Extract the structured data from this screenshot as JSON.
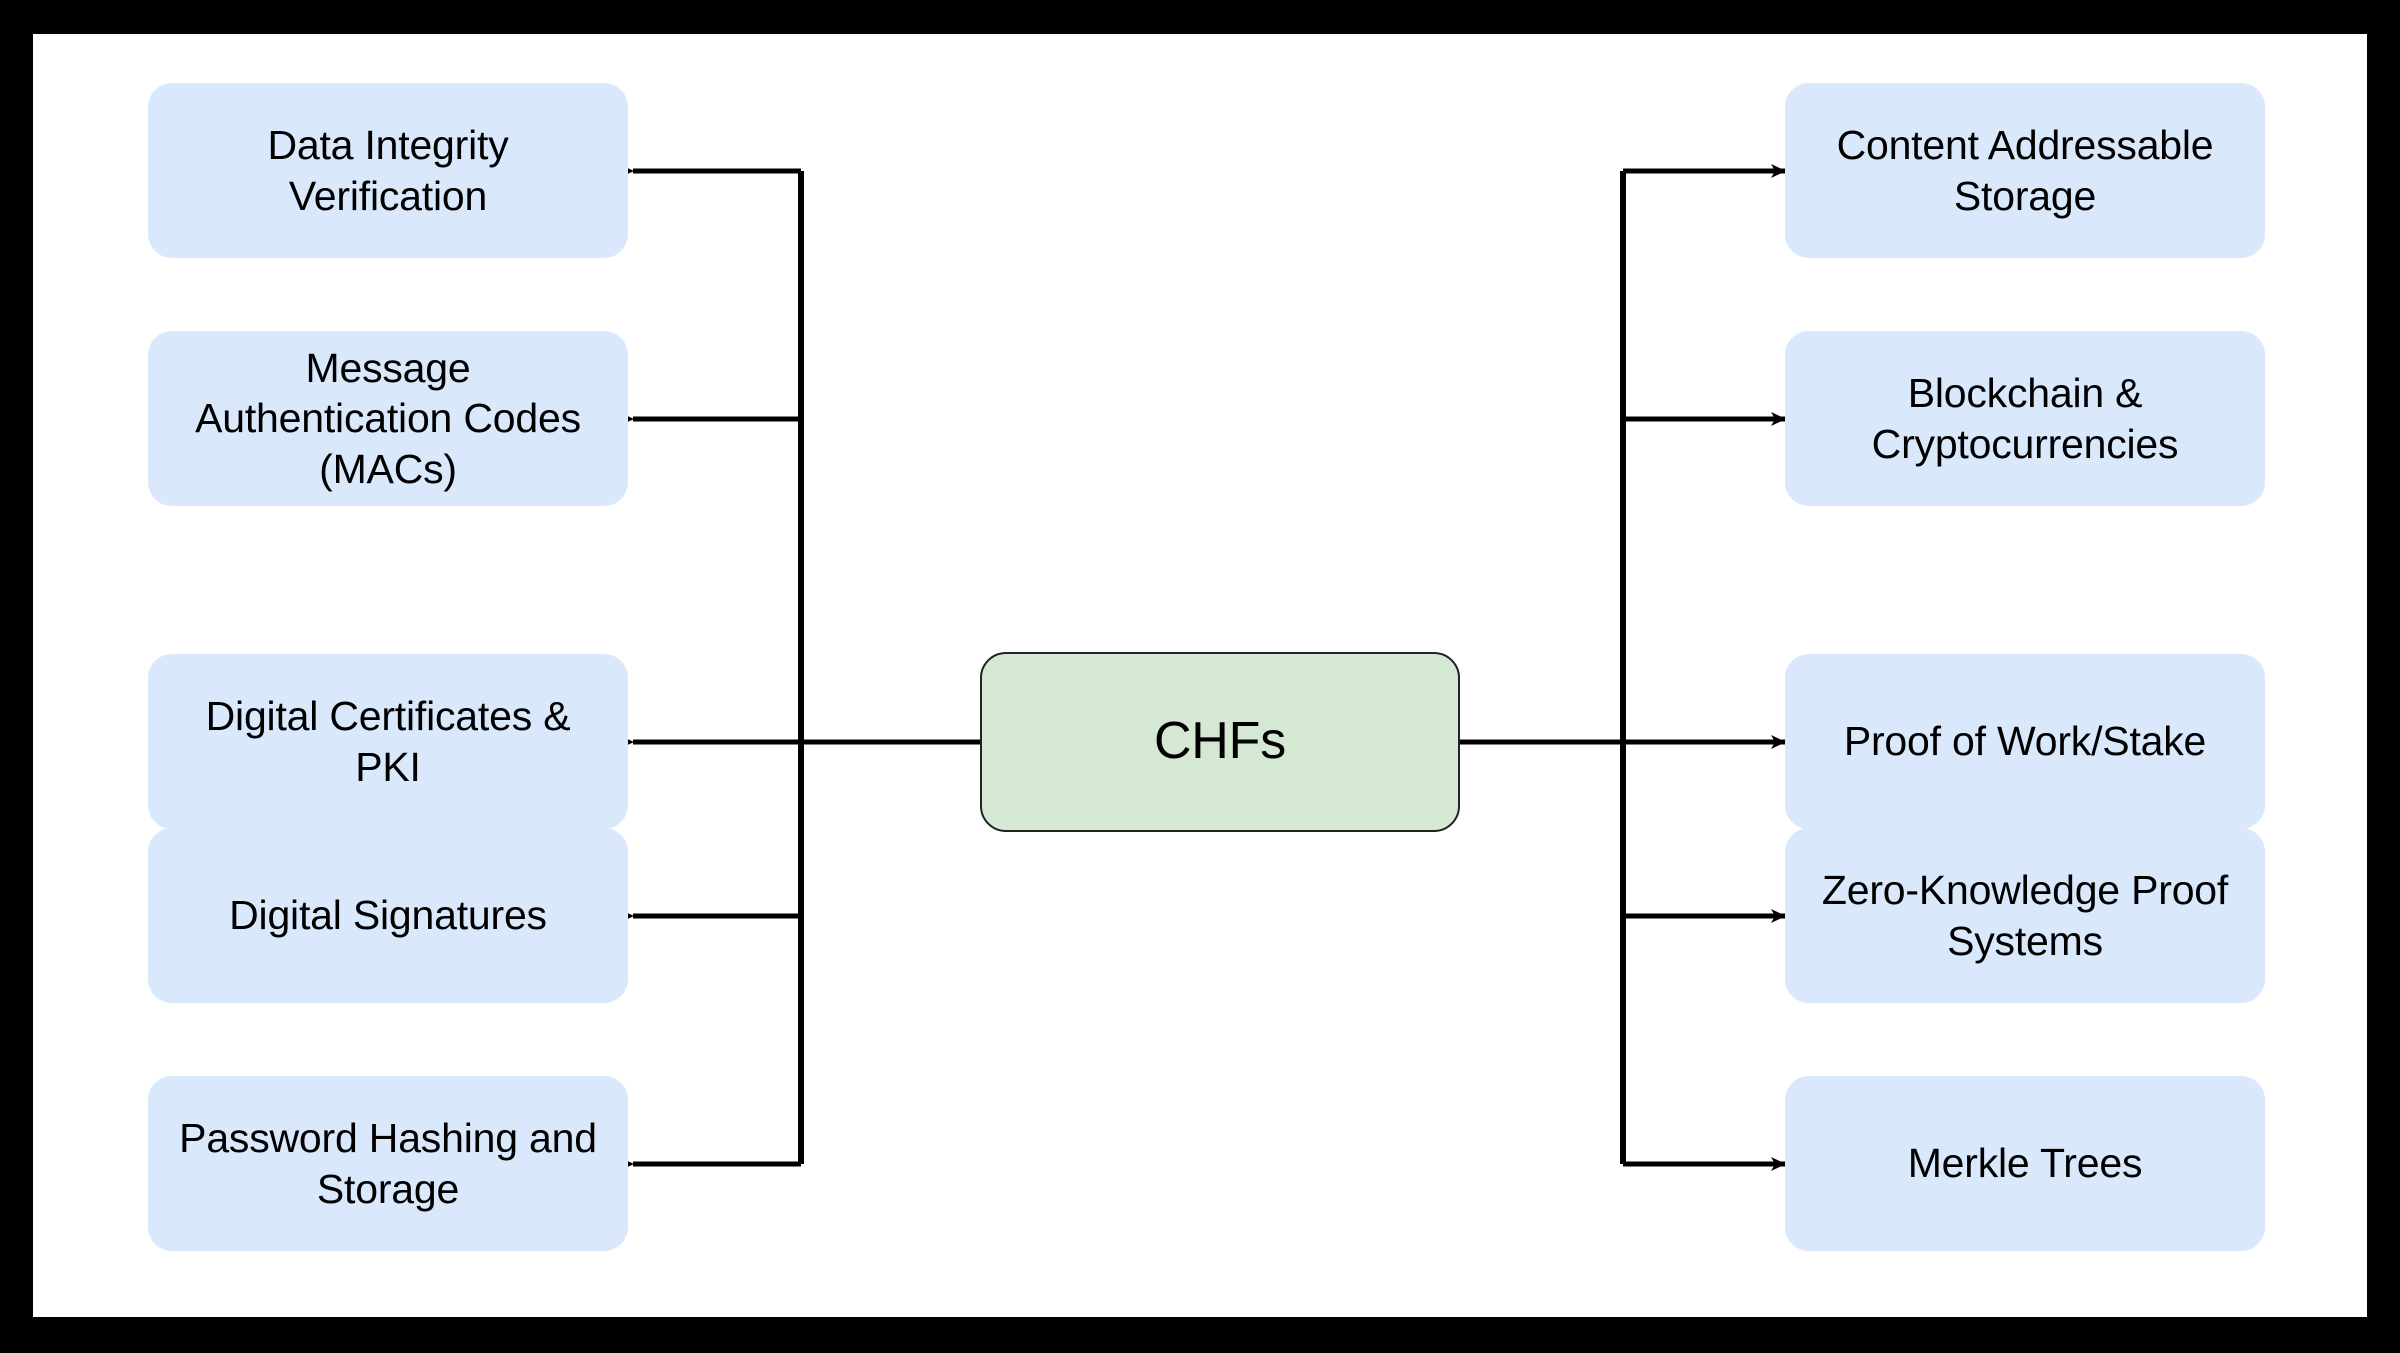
{
  "diagram": {
    "title": "CHFs",
    "center": {
      "id": "chfs",
      "label": "CHFs",
      "fill": "#d5e8d4",
      "stroke": "#222222"
    },
    "colors": {
      "leaf_fill": "#dae8fc",
      "center_fill": "#d5e8d4",
      "edge": "#000000",
      "canvas": "#ffffff",
      "frame": "#000000",
      "text": "#000000"
    },
    "left_column": {
      "direction": "center-to-left",
      "arrowhead": "left",
      "nodes": [
        {
          "id": "data-integrity-verification",
          "label": "Data Integrity\nVerification"
        },
        {
          "id": "message-authentication-codes",
          "label": "Message\nAuthentication Codes\n(MACs)"
        },
        {
          "id": "digital-certificates-pki",
          "label": "Digital Certificates &\nPKI"
        },
        {
          "id": "digital-signatures",
          "label": "Digital Signatures"
        },
        {
          "id": "password-hashing-and-storage",
          "label": "Password Hashing and\nStorage"
        }
      ]
    },
    "right_column": {
      "direction": "center-to-right",
      "arrowhead": "right",
      "nodes": [
        {
          "id": "content-addressable-storage",
          "label": "Content Addressable\nStorage"
        },
        {
          "id": "blockchain-cryptocurrencies",
          "label": "Blockchain &\nCryptocurrencies"
        },
        {
          "id": "proof-of-work-stake",
          "label": "Proof of Work/Stake"
        },
        {
          "id": "zero-knowledge-proof-systems",
          "label": "Zero-Knowledge Proof\nSystems"
        },
        {
          "id": "merkle-trees",
          "label": "Merkle Trees"
        }
      ]
    }
  }
}
